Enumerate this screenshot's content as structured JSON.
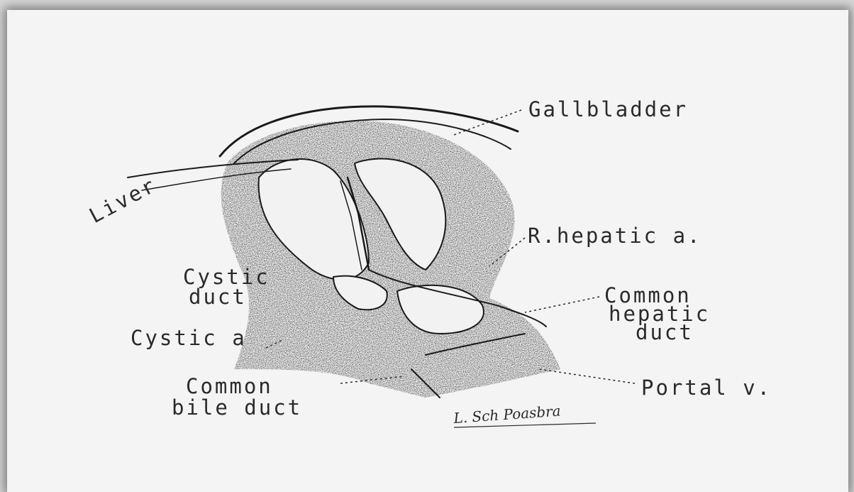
{
  "labels": {
    "gallbladder": "Gallbladder",
    "liver": "Liver",
    "r_hepatic_a": "R.hepatic a.",
    "cystic_duct_1": "Cystic",
    "cystic_duct_2": "duct",
    "common_hepatic_duct_1": "Common",
    "common_hepatic_duct_2": "hepatic",
    "common_hepatic_duct_3": "duct",
    "cystic_a": "Cystic a",
    "common_bile_duct_1": "Common",
    "common_bile_duct_2": "bile duct",
    "portal_v": "Portal v."
  },
  "signature": "L. Sch Poasbra",
  "colors": {
    "ink": "#2a2a2a",
    "paper": "#f4f4f4"
  }
}
